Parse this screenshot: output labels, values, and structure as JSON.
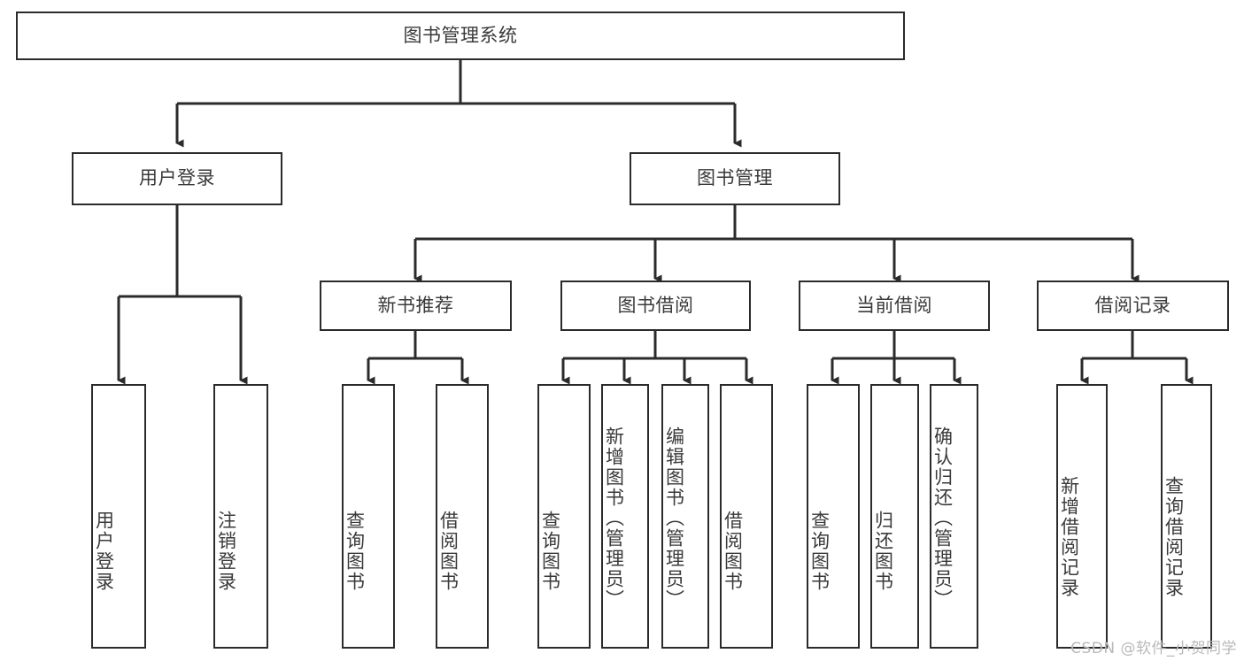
{
  "diagram": {
    "title": "图书管理系统",
    "type": "tree",
    "colors": {
      "border": "#2b2b2b",
      "text": "#3a3a3a",
      "background": "#ffffff",
      "connector": "#2b2b2b",
      "watermark": "#b9b9b9"
    },
    "root": {
      "label": "图书管理系统"
    },
    "level1": [
      {
        "label": "用户登录"
      },
      {
        "label": "图书管理"
      }
    ],
    "level2": [
      {
        "label": "新书推荐"
      },
      {
        "label": "图书借阅"
      },
      {
        "label": "当前借阅"
      },
      {
        "label": "借阅记录"
      }
    ],
    "leaves": {
      "user_login": [
        {
          "label": "用户登录"
        },
        {
          "label": "注销登录"
        }
      ],
      "new_book_recommend": [
        {
          "label": "查询图书"
        },
        {
          "label": "借阅图书"
        }
      ],
      "book_borrow": [
        {
          "label": "查询图书"
        },
        {
          "label": "新增图书（管理员）"
        },
        {
          "label": "编辑图书（管理员）"
        },
        {
          "label": "借阅图书"
        }
      ],
      "current_borrow": [
        {
          "label": "查询图书"
        },
        {
          "label": "归还图书"
        },
        {
          "label": "确认归还（管理员）"
        }
      ],
      "borrow_record": [
        {
          "label": "新增借阅记录"
        },
        {
          "label": "查询借阅记录"
        }
      ]
    }
  },
  "watermark": {
    "text": "CSDN @软件_小贺同学"
  }
}
